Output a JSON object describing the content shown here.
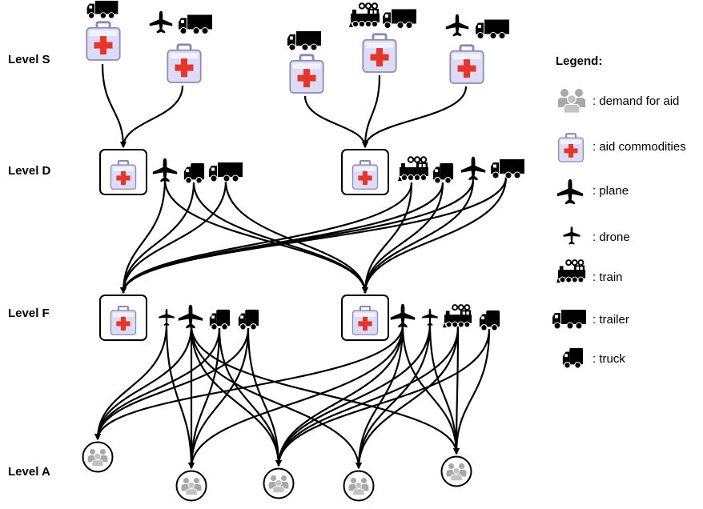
{
  "levels": {
    "s": "Level S",
    "d": "Level D",
    "f": "Level F",
    "a": "Level A"
  },
  "legend": {
    "title": "Legend:",
    "items": [
      {
        "icon": "people-icon",
        "label": ": demand for aid"
      },
      {
        "icon": "aid-kit-icon",
        "label": ": aid commodities"
      },
      {
        "icon": "plane-icon",
        "label": ": plane"
      },
      {
        "icon": "drone-icon",
        "label": ": drone"
      },
      {
        "icon": "train-icon",
        "label": ": train"
      },
      {
        "icon": "trailer-icon",
        "label": ": trailer"
      },
      {
        "icon": "truck-icon",
        "label": ": truck"
      }
    ]
  },
  "colors": {
    "kit_body": "#dcdcf6",
    "kit_cross": "#e8352a",
    "people": "#a8a8a8",
    "ink": "#000000"
  }
}
